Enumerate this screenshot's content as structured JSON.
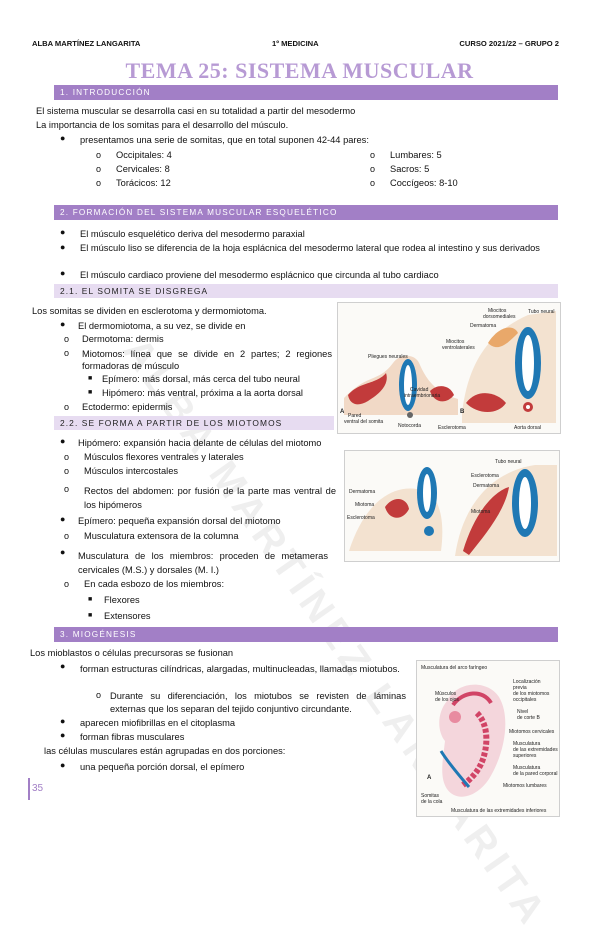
{
  "header": {
    "author": "ALBA MARTÍNEZ LANGARITA",
    "course": "1º MEDICINA",
    "year": "CURSO 2021/22 – GRUPO 2"
  },
  "title": "TEMA 25: SISTEMA MUSCULAR",
  "watermark": "ALBA MARTÍNEZ LANGARITA",
  "s1": {
    "heading": "1.   INTRODUCCIÓN",
    "p1": "El sistema muscular se desarrolla casi en su totalidad a partir del mesodermo",
    "p2": "La importancia de los somitas para el desarrollo del músculo.",
    "bullet": "presentamos una serie de somitas, que en total suponen 42-44 pares:",
    "left": [
      "Occipitales: 4",
      "Cervicales: 8",
      "Torácicos: 12"
    ],
    "right": [
      "Lumbares: 5",
      "Sacros: 5",
      "Coccígeos: 8-10"
    ]
  },
  "s2": {
    "heading": "2.   FORMACIÓN DEL SISTEMA MUSCULAR ESQUELÉTICO",
    "b1": "El músculo esquelético deriva del mesodermo paraxial",
    "b2": "El músculo liso se diferencia de la hoja esplácnica del mesodermo lateral que rodea al intestino y sus derivados",
    "b3": "El músculo cardiaco proviene del mesodermo esplácnico que circunda al tubo cardiaco"
  },
  "s21": {
    "heading": "2.1.      EL SOMITA SE DISGREGA",
    "p1": "Los somitas se dividen en esclerotoma y dermomiotoma.",
    "b1": "El dermomiotoma, a su vez, se divide en",
    "o1": "Dermotoma: dermis",
    "o2": "Miotomos: línea que se divide en 2 partes; 2 regiones formadoras de músculo",
    "s1": "Epímero: más dorsal, más cerca del tubo neural",
    "s2": "Hipómero: más ventral, próxima a la aorta dorsal",
    "o3": "Ectodermo: epidermis"
  },
  "s22": {
    "heading": "2.2.      SE FORMA A PARTIR DE LOS MIOTOMOS",
    "b1": "Hipómero: expansión hacia delante de células del miotomo",
    "o1": "Músculos flexores ventrales y laterales",
    "o2": "Músculos intercostales",
    "o3": "Rectos del abdomen: por fusión de la parte mas ventral de los hipómeros",
    "b2": "Epímero: pequeña expansión dorsal del miotomo",
    "o4": "Musculatura extensora de la columna",
    "b3": "Musculatura de los miembros: proceden de metameras cervicales (M.S.) y dorsales (M. I.)",
    "o5": "En cada esbozo de los miembros:",
    "s1": "Flexores",
    "s2": "Extensores"
  },
  "s3": {
    "heading": "3.   MIOGÉNESIS",
    "p1": "Los mioblastos o células precursoras se fusionan",
    "b1": "forman estructuras cilíndricas, alargadas, multinucleadas, llamadas miotubos.",
    "o1": "Durante su diferenciación, los miotubos se revisten de láminas externas que los separan del tejido conjuntivo circundante.",
    "b2": "aparecen miofibrillas en el citoplasma",
    "b3": "forman fibras musculares",
    "p2": "las células musculares están agrupadas en dos porciones:",
    "b4": "una pequeña porción dorsal, el epímero"
  },
  "fig1": {
    "a": "A",
    "b": "B",
    "pliegues": "Pliegues neurales",
    "pared": "Pared",
    "ventral": "ventral del somita",
    "notocorda": "Notocorda",
    "mio_dorso": "Miocitos",
    "mio_dorso2": "dorsomediales",
    "tubo": "Tubo neural",
    "dermatoma": "Dermatoma",
    "mio_vent": "Miocitos",
    "mio_vent2": "ventrolaterales",
    "cavidad": "Cavidad",
    "cavidad2": "intraembrionaria",
    "escleroma": "Esclerotoma",
    "aorta": "Aorta dorsal"
  },
  "fig2": {
    "dermatoma": "Dermatoma",
    "miotoma": "Miotoma",
    "esclerotoma": "Esclerotoma",
    "tubo": "Tubo neural",
    "esclerotoma2": "Esclerotoma",
    "dermatoma2": "Dermatoma",
    "miotoma2": "Miotoma"
  },
  "fig3": {
    "arco": "Musculatura del arco faríngeo",
    "ojo": "Músculos",
    "ojo2": "de los ojos",
    "loc": "Localización",
    "loc2": "previa",
    "loc3": "de los miotomos",
    "loc4": "occipitales",
    "nivel": "Nivel",
    "nivel2": "de corte B",
    "cerv": "Miotomos cervicales",
    "ext": "Musculatura",
    "ext2": "de las extremidades",
    "ext3": "superiores",
    "par": "Musculatura",
    "par2": "de la pared corporal",
    "lumb": "Miotomos lumbares",
    "inf": "Musculatura de las extremidades inferiores",
    "a": "A",
    "som": "Somitas",
    "som2": "de la cola"
  },
  "page": "35"
}
